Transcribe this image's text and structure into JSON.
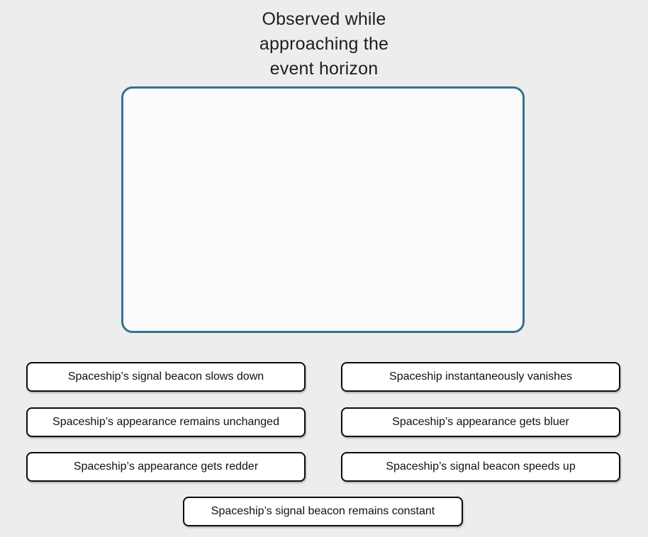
{
  "title": "Observed while\napproaching the\nevent horizon",
  "drop_zone": {
    "border_color": "#37708f",
    "fill_color": "#fbfbfb",
    "content": ""
  },
  "options": [
    {
      "label": "Spaceship’s signal beacon slows down"
    },
    {
      "label": "Spaceship instantaneously vanishes"
    },
    {
      "label": "Spaceship’s appearance remains unchanged"
    },
    {
      "label": "Spaceship’s appearance gets bluer"
    },
    {
      "label": "Spaceship’s appearance gets redder"
    },
    {
      "label": "Spaceship’s signal beacon speeds up"
    },
    {
      "label": "Spaceship’s signal beacon remains constant"
    }
  ],
  "colors": {
    "page_background": "#ededed",
    "button_background": "#ffffff",
    "button_border": "#0d0d0d",
    "title_text": "#1e1e1e"
  }
}
